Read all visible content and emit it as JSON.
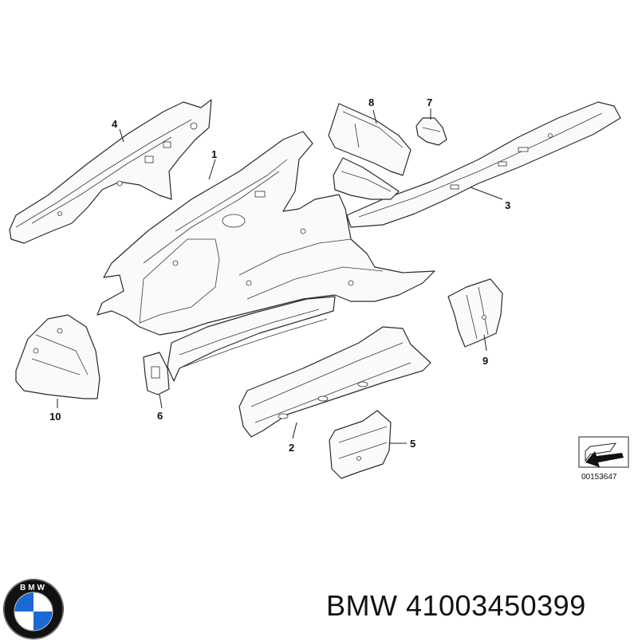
{
  "callouts": [
    {
      "id": "1",
      "label": "1"
    },
    {
      "id": "2",
      "label": "2"
    },
    {
      "id": "3",
      "label": "3"
    },
    {
      "id": "4",
      "label": "4"
    },
    {
      "id": "5",
      "label": "5"
    },
    {
      "id": "6",
      "label": "6"
    },
    {
      "id": "7",
      "label": "7"
    },
    {
      "id": "8",
      "label": "8"
    },
    {
      "id": "9",
      "label": "9"
    },
    {
      "id": "10",
      "label": "10"
    }
  ],
  "diagram_ref": "00153647",
  "footer": {
    "brand": "BMW",
    "part_number_text": "BMW 41003450399",
    "logo_letters": "BMW"
  },
  "colors": {
    "logo_blue": "#1c69d4",
    "logo_ring": "#111111",
    "line": "#2a2a2a"
  }
}
